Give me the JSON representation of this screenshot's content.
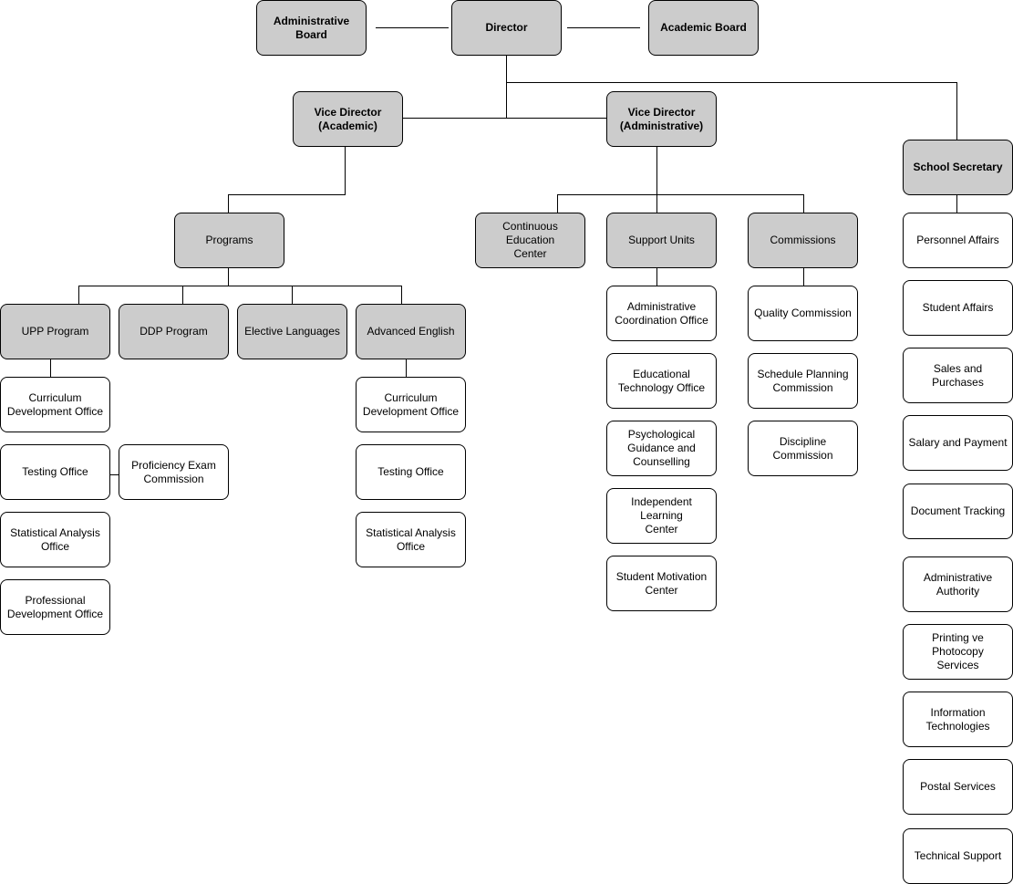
{
  "colors": {
    "unit_fill": "#cccccc",
    "office_fill": "#ffffff",
    "line": "#000000"
  },
  "nodes": {
    "administrative_board": "Administrative\nBoard",
    "director": "Director",
    "academic_board": "Academic Board",
    "vice_director_academic": "Vice Director\n(Academic)",
    "vice_director_administrative": "Vice Director\n(Administrative)",
    "school_secretary": "School Secretary",
    "programs": "Programs",
    "continuous_education_center": "Continuous Education\nCenter",
    "support_units": "Support Units",
    "commissions": "Commissions",
    "upp_program": "UPP Program",
    "ddp_program": "DDP Program",
    "elective_languages": "Elective Languages",
    "advanced_english": "Advanced English",
    "upp_curriculum": "Curriculum\nDevelopment Office",
    "upp_testing": "Testing Office",
    "proficiency_exam": "Proficiency Exam\nCommission",
    "upp_statistical": "Statistical Analysis\nOffice",
    "upp_professional": "Professional\nDevelopment Office",
    "ae_curriculum": "Curriculum\nDevelopment Office",
    "ae_testing": "Testing Office",
    "ae_statistical": "Statistical Analysis\nOffice",
    "su_admin_coordination": "Administrative\nCoordination Office",
    "su_educational_technology": "Educational\nTechnology Office",
    "su_psychological": "Psychological\nGuidance and\nCounselling",
    "su_independent_learning": "Independent Learning\nCenter",
    "su_student_motivation": "Student Motivation\nCenter",
    "cm_quality": "Quality Commission",
    "cm_schedule_planning": "Schedule Planning\nCommission",
    "cm_discipline": "Discipline\nCommission",
    "ss_personnel_affairs": "Personnel Affairs",
    "ss_student_affairs": "Student Affairs",
    "ss_sales_purchases": "Sales and Purchases",
    "ss_salary_payment": "Salary and Payment",
    "ss_document_tracking": "Document Tracking",
    "ss_administrative_authority": "Administrative\nAuthority",
    "ss_printing": "Printing ve Photocopy\nServices",
    "ss_information_technologies": "Information\nTechnologies",
    "ss_postal_services": "Postal Services",
    "ss_technical_support": "Technical Support"
  }
}
